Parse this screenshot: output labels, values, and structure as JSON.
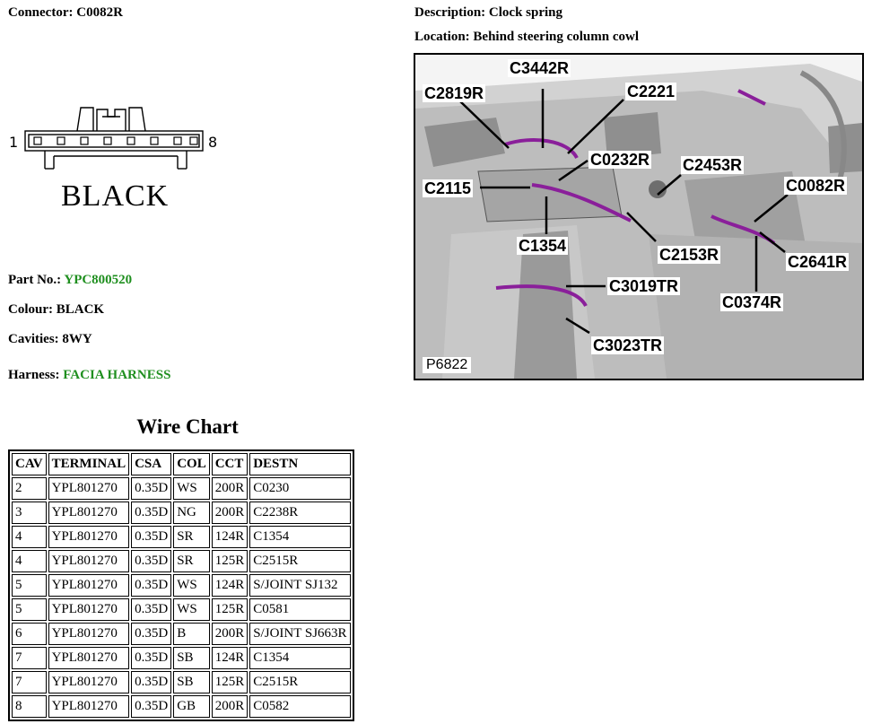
{
  "header": {
    "connector_label": "Connector:",
    "connector_value": "C0082R",
    "description_label": "Description:",
    "description_value": "Clock spring",
    "location_label": "Location:",
    "location_value": "Behind steering column cowl"
  },
  "connector_drawing": {
    "pin_first": "1",
    "pin_last": "8",
    "colour_text": "BLACK"
  },
  "details": {
    "part_label": "Part No.:",
    "part_value": "YPC800520",
    "colour_label": "Colour:",
    "colour_value": "BLACK",
    "cavities_label": "Cavities:",
    "cavities_value": "8WY",
    "harness_label": "Harness:",
    "harness_value": "FACIA HARNESS",
    "link_color": "#1f8f1f"
  },
  "wire_chart": {
    "title": "Wire Chart",
    "headers": [
      "CAV",
      "TERMINAL",
      "CSA",
      "COL",
      "CCT",
      "DESTN"
    ],
    "rows": [
      [
        "2",
        "YPL801270",
        "0.35D",
        "WS",
        "200R",
        "C0230"
      ],
      [
        "3",
        "YPL801270",
        "0.35D",
        "NG",
        "200R",
        "C2238R"
      ],
      [
        "4",
        "YPL801270",
        "0.35D",
        "SR",
        "124R",
        "C1354"
      ],
      [
        "4",
        "YPL801270",
        "0.35D",
        "SR",
        "125R",
        "C2515R"
      ],
      [
        "5",
        "YPL801270",
        "0.35D",
        "WS",
        "124R",
        "S/JOINT SJ132"
      ],
      [
        "5",
        "YPL801270",
        "0.35D",
        "WS",
        "125R",
        "C0581"
      ],
      [
        "6",
        "YPL801270",
        "0.35D",
        "B",
        "200R",
        "S/JOINT SJ663R"
      ],
      [
        "7",
        "YPL801270",
        "0.35D",
        "SB",
        "124R",
        "C1354"
      ],
      [
        "7",
        "YPL801270",
        "0.35D",
        "SB",
        "125R",
        "C2515R"
      ],
      [
        "8",
        "YPL801270",
        "0.35D",
        "GB",
        "200R",
        "C0582"
      ]
    ]
  },
  "location_figure": {
    "figure_id": "P6822",
    "callouts": [
      "C3442R",
      "C2819R",
      "C2221",
      "C0232R",
      "C2453R",
      "C2115",
      "C0082R",
      "C1354",
      "C2153R",
      "C2641R",
      "C3019TR",
      "C0374R",
      "C3023TR"
    ],
    "harness_color": "#8a1f9a"
  }
}
